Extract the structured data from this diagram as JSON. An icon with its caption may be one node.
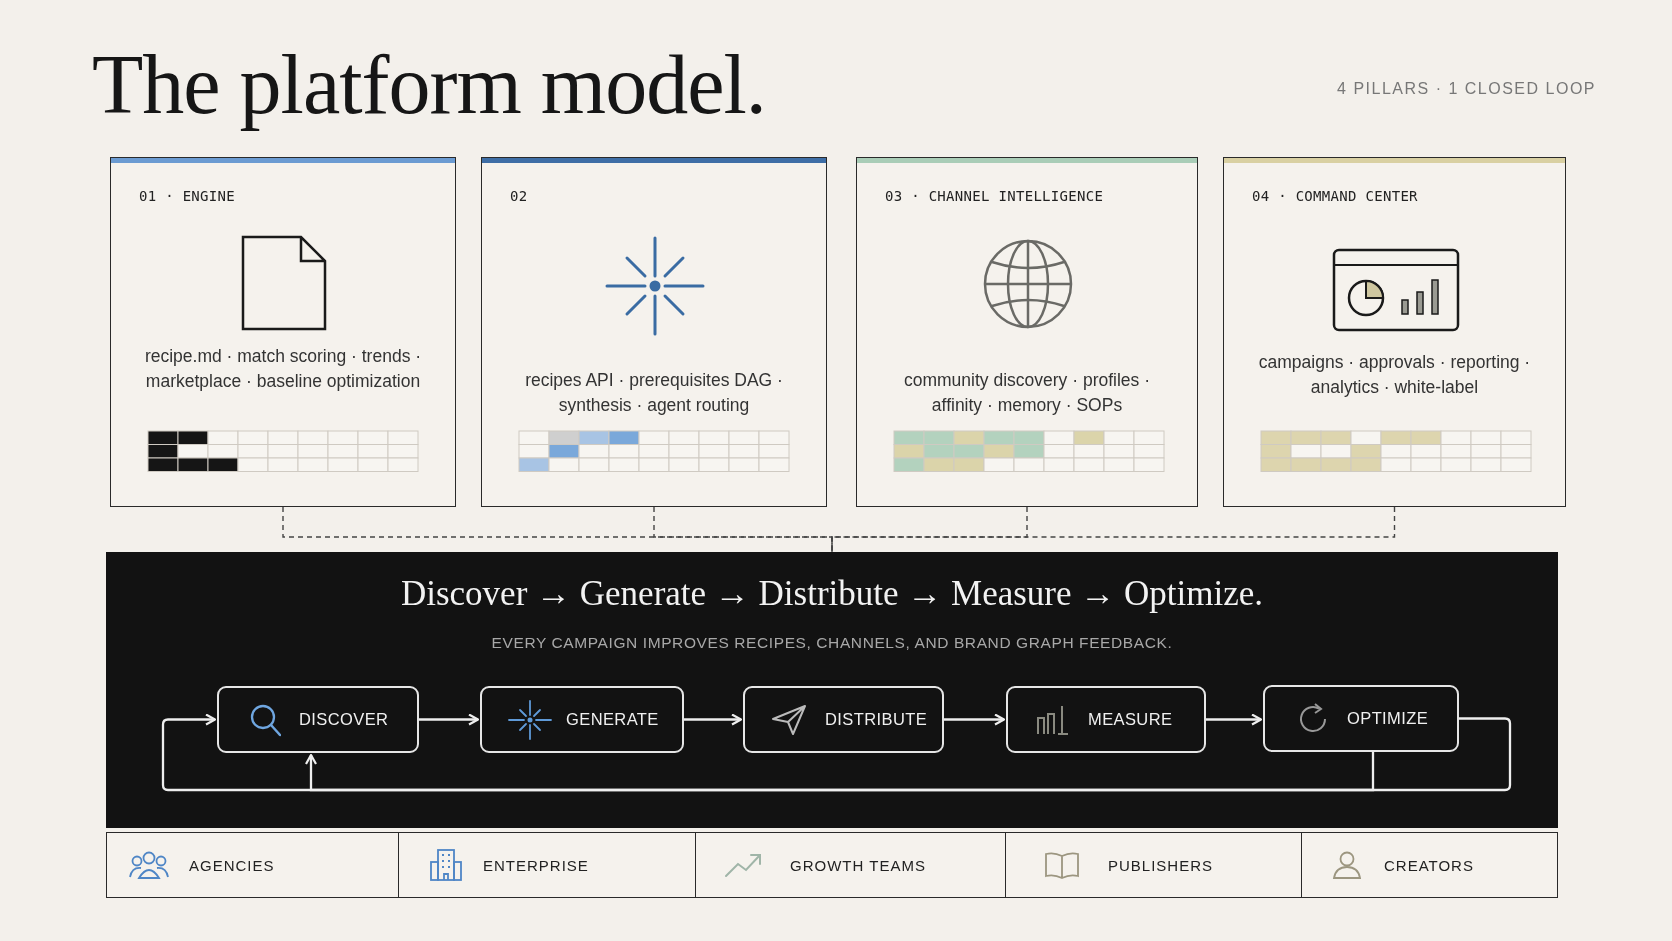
{
  "diagram": {
    "title": "The platform model.",
    "nodes": [
      {
        "text": [
          "01 · ENGINE",
          "recipe.md · match scoring · trends · marketplace · baseline optimization"
        ]
      },
      {
        "text": [
          "02",
          "recipes API · prerequisites DAG · synthesis · agent routing"
        ]
      },
      {
        "text": [
          "03 · CHANNEL INTELLIGENCE",
          "community discovery · profiles · affinity · memory · SOPs"
        ]
      },
      {
        "text": [
          "04 · COMMAND CENTER",
          "campaigns · approvals · reporting · analytics · white-label"
        ]
      },
      {
        "text": [
          "Discover → Generate → Distribute → Measure → Optimize.",
          "EVERY CAMPAIGN IMPROVES RECIPES, CHANNELS, AND BRAND GRAPH FEEDBACK."
        ]
      },
      {
        "text": [
          "DISCOVER"
        ],
        "in": 4
      },
      {
        "text": [
          "GENERATE"
        ],
        "in": 4
      },
      {
        "text": [
          "DISTRIBUTE"
        ],
        "in": 4
      },
      {
        "text": [
          "MEASURE"
        ],
        "in": 4
      },
      {
        "text": [
          "OPTIMIZE"
        ],
        "in": 4
      },
      {
        "text": [
          "AGENCIES"
        ]
      },
      {
        "text": [
          "ENTERPRISE"
        ]
      },
      {
        "text": [
          "GROWTH TEAMS"
        ]
      },
      {
        "text": [
          "PUBLISHERS"
        ]
      },
      {
        "text": [
          "CREATORS"
        ]
      }
    ],
    "edges": [
      {
        "from": 0,
        "to": 4,
        "arrow": "none",
        "style": "dashed",
        "color": "#444444"
      },
      {
        "from": 1,
        "to": 4,
        "arrow": "none",
        "style": "dashed",
        "color": "#444444"
      },
      {
        "from": 2,
        "to": 4,
        "arrow": "none",
        "style": "dashed",
        "color": "#444444"
      },
      {
        "from": 3,
        "to": 4,
        "arrow": "none",
        "style": "dashed",
        "color": "#444444"
      },
      {
        "from": 5,
        "to": 6,
        "arrow": "to"
      },
      {
        "from": 6,
        "to": 7,
        "arrow": "to"
      },
      {
        "from": 7,
        "to": 8,
        "arrow": "to"
      },
      {
        "from": 8,
        "to": 9,
        "arrow": "to"
      },
      {
        "from": 9,
        "to": 5,
        "arrow": "to"
      },
      {
        "from": 9,
        "to": 5,
        "arrow": "to"
      }
    ],
    "labels": [
      "4 PILLARS · 1 CLOSED LOOP"
    ]
  }
}
